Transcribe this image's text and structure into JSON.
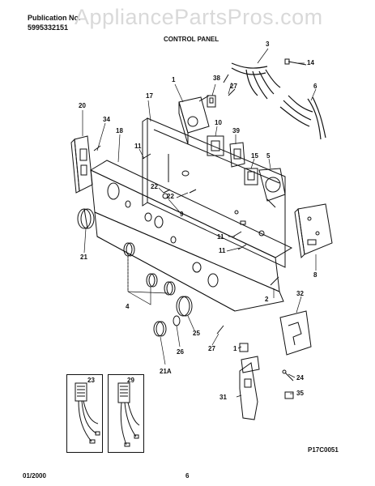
{
  "header": {
    "publication_label": "Publication No.",
    "publication_number": "5995332151",
    "title": "CONTROL PANEL",
    "watermark": "AppliancePartsPros.com"
  },
  "footer": {
    "date": "01/2000",
    "page": "6",
    "figure_code": "P17C0051"
  },
  "callouts": {
    "c1": "1",
    "c1b": "1",
    "c2": "2",
    "c3": "3",
    "c4": "4",
    "c5": "5",
    "c6": "6",
    "c8": "8",
    "c9": "9",
    "c10": "10",
    "c11a": "11",
    "c11b": "11",
    "c11c": "11",
    "c14": "14",
    "c15": "15",
    "c17": "17",
    "c18": "18",
    "c20": "20",
    "c21": "21",
    "c21a": "21A",
    "c22a": "22",
    "c22b": "22",
    "c23": "23",
    "c24": "24",
    "c25": "25",
    "c26": "26",
    "c27a": "27",
    "c27b": "27",
    "c29": "29",
    "c31": "31",
    "c32": "32",
    "c34": "34",
    "c35": "35",
    "c38": "38",
    "c39": "39"
  }
}
